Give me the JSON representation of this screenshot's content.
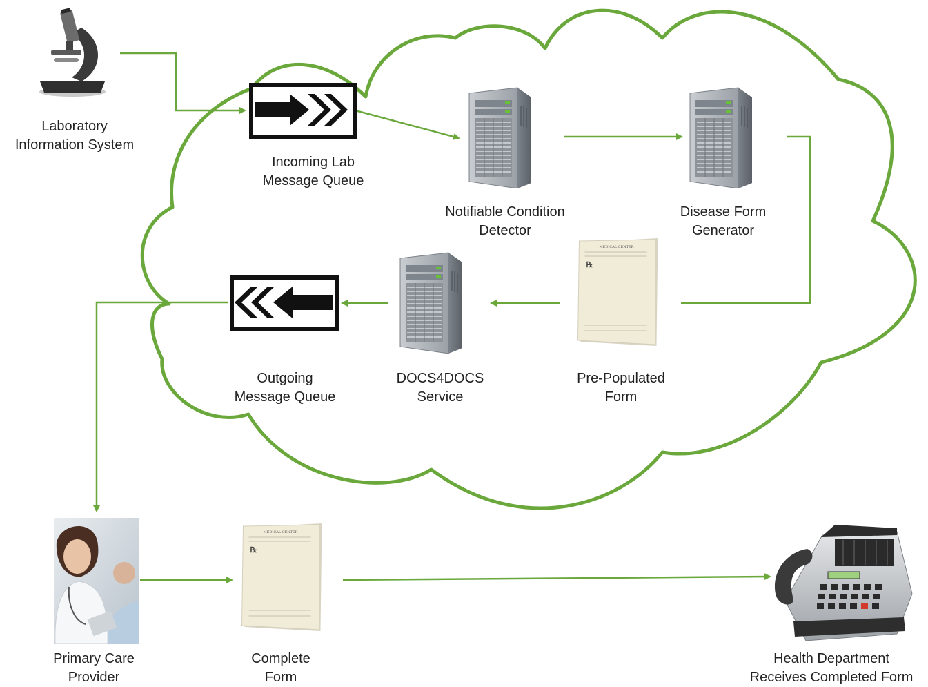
{
  "colors": {
    "accent": "#6aa83c",
    "text": "#222222",
    "server_body": "#a9aeb3",
    "paper": "#f1ecd8"
  },
  "icons": {
    "laboratory": "microscope-icon",
    "incoming_queue": "forward-arrow-queue-icon",
    "outgoing_queue": "backward-arrow-queue-icon",
    "server": "server-tower-icon",
    "form": "medical-form-icon",
    "provider": "doctor-patient-photo",
    "health_department": "fax-machine-icon"
  },
  "nodes": {
    "lab": {
      "line1": "Laboratory",
      "line2": "Information System"
    },
    "incoming": {
      "line1": "Incoming Lab",
      "line2": "Message Queue"
    },
    "detector": {
      "line1": "Notifiable Condition",
      "line2": "Detector"
    },
    "generator": {
      "line1": "Disease Form",
      "line2": "Generator"
    },
    "outgoing": {
      "line1": "Outgoing",
      "line2": "Message Queue"
    },
    "docs": {
      "line1": "DOCS4DOCS",
      "line2": "Service"
    },
    "prepop": {
      "line1": "Pre-Populated",
      "line2": "Form"
    },
    "provider": {
      "line1": "Primary Care",
      "line2": "Provider"
    },
    "complete": {
      "line1": "Complete",
      "line2": "Form"
    },
    "health": {
      "line1": "Health Department",
      "line2": "Receives Completed Form"
    }
  },
  "form_icon_text": {
    "header": "MEDICAL CENTER",
    "rx": "℞"
  }
}
